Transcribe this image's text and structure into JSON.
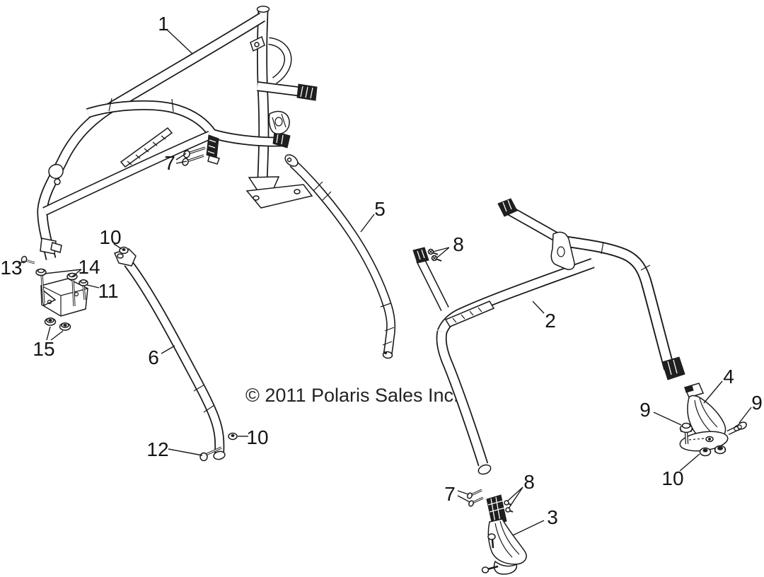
{
  "figure": {
    "copyright": "© 2011 Polaris Sales Inc.",
    "ink_color": "#1a1a1a",
    "background_color": "#ffffff"
  },
  "callouts": [
    {
      "n": "1"
    },
    {
      "n": "7"
    },
    {
      "n": "10"
    },
    {
      "n": "13"
    },
    {
      "n": "14"
    },
    {
      "n": "11"
    },
    {
      "n": "15"
    },
    {
      "n": "6"
    },
    {
      "n": "12"
    },
    {
      "n": "10"
    },
    {
      "n": "5"
    },
    {
      "n": "8"
    },
    {
      "n": "2"
    },
    {
      "n": "7"
    },
    {
      "n": "8"
    },
    {
      "n": "3"
    },
    {
      "n": "4"
    },
    {
      "n": "9"
    },
    {
      "n": "9"
    },
    {
      "n": "10"
    }
  ]
}
